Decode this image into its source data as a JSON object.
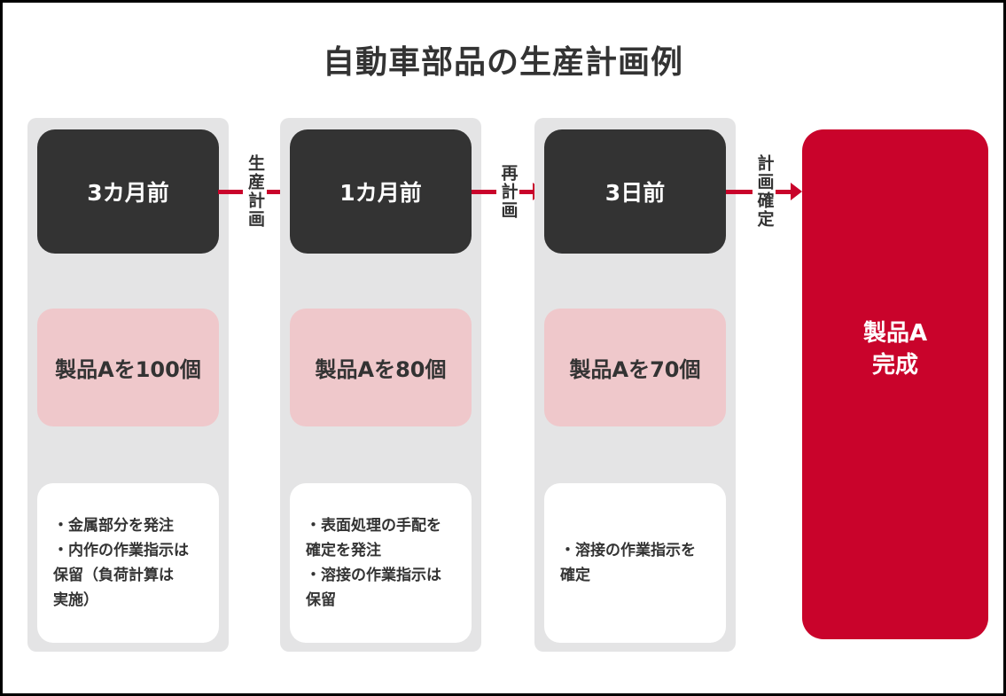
{
  "title": "自動車部品の生産計画例",
  "colors": {
    "accent_red": "#c9032b",
    "dark_box": "#333333",
    "pink_box": "#efc8cb",
    "column_bg": "#e4e4e5",
    "text": "#333333"
  },
  "stages": [
    {
      "period": "3カ月前",
      "plan": "製品Aを100個",
      "notes": "・金属部分を発注\n・内作の作業指示は\n保留（負荷計算は\n実施）",
      "arrow_label": "生産計画"
    },
    {
      "period": "1カ月前",
      "plan": "製品Aを80個",
      "notes": "・表面処理の手配を\n確定を発注\n・溶接の作業指示は\n保留",
      "arrow_label": "再計画"
    },
    {
      "period": "3日前",
      "plan": "製品Aを70個",
      "notes": "・溶接の作業指示を\n確定",
      "arrow_label": "計画確定"
    }
  ],
  "final": {
    "label": "製品A\n完成"
  }
}
